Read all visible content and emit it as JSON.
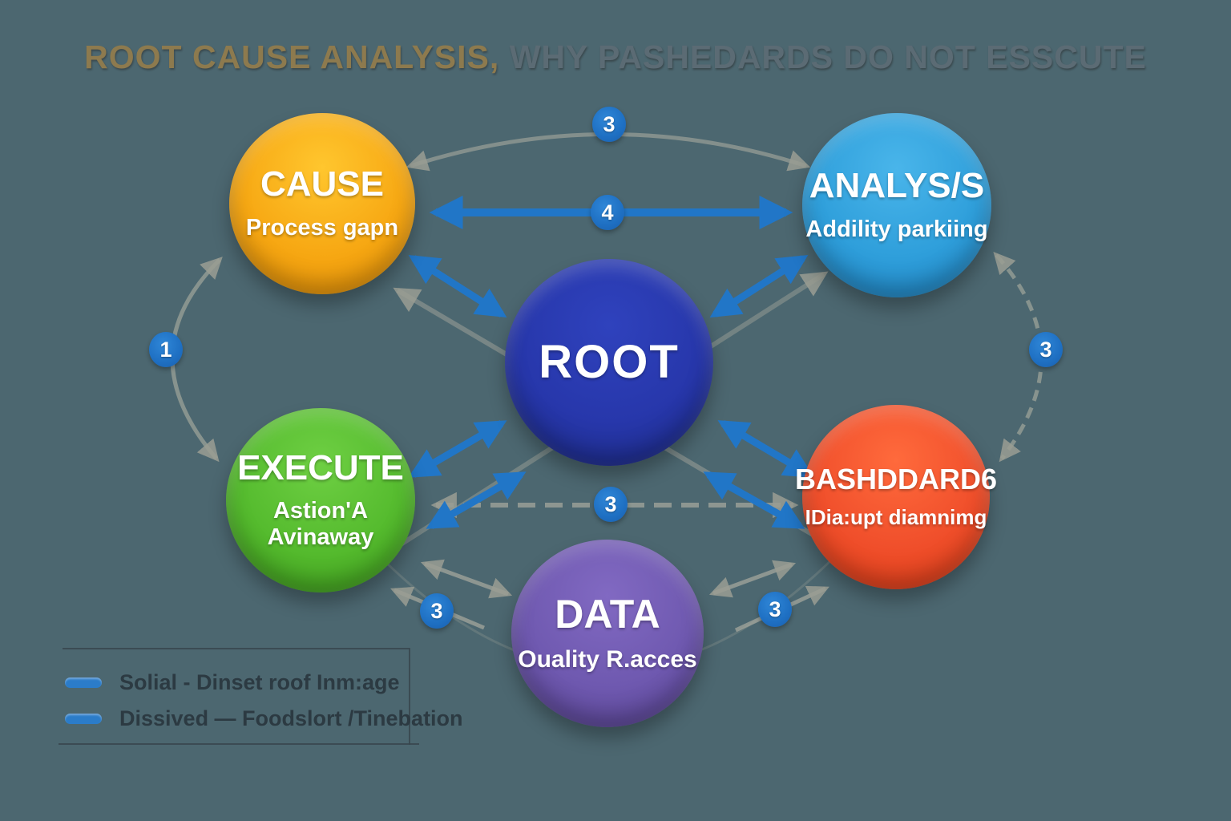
{
  "title": {
    "highlight": "ROOT CAUSE ANALYSIS,",
    "rest": " WHY PASHEDARDS DO NOT ESSCUTE"
  },
  "nodes": {
    "root": {
      "label": "ROOT",
      "color": "#2737ab"
    },
    "cause": {
      "label": "CAUSE",
      "sublabel": "Process gapn",
      "color": "#f7a813"
    },
    "analysis": {
      "label": "ANALYS/S",
      "sublabel": "Addility parkiing",
      "color": "#2f9fdb"
    },
    "execute": {
      "label": "EXECUTE",
      "sublabel": "Astion'A Avinaway",
      "color": "#55bb2e"
    },
    "dashboard": {
      "label": "BASHDDARD6",
      "sublabel": "IDia:upt diamnimg",
      "color": "#f04f2b"
    },
    "data": {
      "label": "DATA",
      "sublabel": "Ouality R.acces",
      "color": "#6f59b0"
    }
  },
  "badges": [
    {
      "id": "cause-analysis-arc",
      "value": "3"
    },
    {
      "id": "cause-analysis-line",
      "value": "4"
    },
    {
      "id": "cause-execute-arc",
      "value": "1"
    },
    {
      "id": "analysis-dashboard-arc",
      "value": "3"
    },
    {
      "id": "execute-dashboard-line",
      "value": "3"
    },
    {
      "id": "execute-data-link",
      "value": "3"
    },
    {
      "id": "data-dashboard-link",
      "value": "3"
    }
  ],
  "legend": {
    "items": [
      {
        "label": "Solial - Dinset roof Inm:age"
      },
      {
        "label": "Dissived — Foodslort /Tinebation"
      }
    ]
  },
  "colors": {
    "background": "#4c6770",
    "badge_blue": "#1e6fc2",
    "solid_arrow_blue": "#2176c7",
    "dashed_arrow_gray": "#a3a69c",
    "title_highlight": "#8d7a4e",
    "title_rest": "#5b6b74"
  }
}
